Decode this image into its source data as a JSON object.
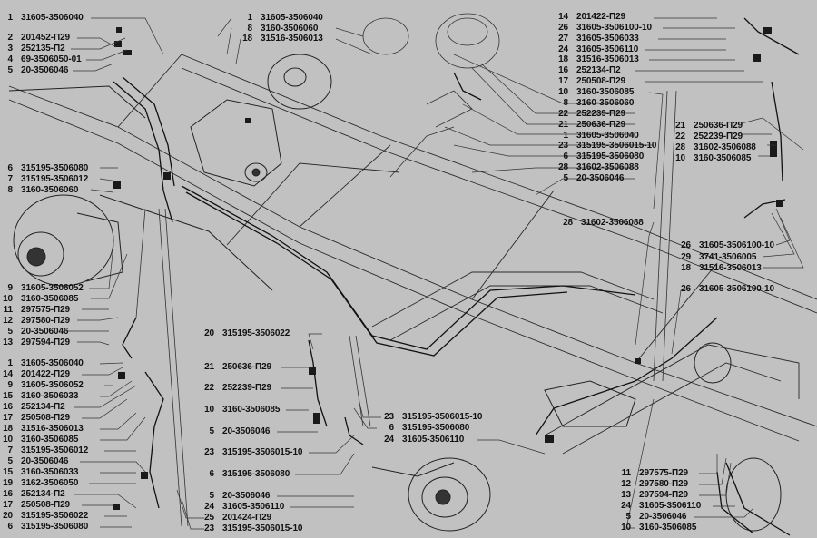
{
  "diagram": {
    "title": "Brake piping chassis assembly – exploded parts diagram",
    "background_color": "#c1c1c1",
    "line_color": "#222222",
    "callout_groups": [
      {
        "group": "top-left",
        "items": [
          {
            "num": "1",
            "part": "31605-3506040"
          },
          {
            "num": "2",
            "part": "201452-П29"
          },
          {
            "num": "3",
            "part": "252135-П2"
          },
          {
            "num": "4",
            "part": "69-3506050-01"
          },
          {
            "num": "5",
            "part": "20-3506046"
          }
        ]
      },
      {
        "group": "top-center",
        "items": [
          {
            "num": "1",
            "part": "31605-3506040"
          },
          {
            "num": "8",
            "part": "3160-3506060"
          },
          {
            "num": "18",
            "part": "31516-3506013"
          }
        ]
      },
      {
        "group": "top-right",
        "items": [
          {
            "num": "14",
            "part": "201422-П29"
          },
          {
            "num": "26",
            "part": "31605-3506100-10"
          },
          {
            "num": "27",
            "part": "31605-3506033"
          },
          {
            "num": "24",
            "part": "31605-3506110"
          },
          {
            "num": "18",
            "part": "31516-3506013"
          },
          {
            "num": "16",
            "part": "252134-П2"
          },
          {
            "num": "17",
            "part": "250508-П29"
          },
          {
            "num": "10",
            "part": "3160-3506085"
          },
          {
            "num": "8",
            "part": "3160-3506060"
          },
          {
            "num": "22",
            "part": "252239-П29"
          },
          {
            "num": "21",
            "part": "250636-П29"
          },
          {
            "num": "1",
            "part": "31605-3506040"
          },
          {
            "num": "23",
            "part": "315195-3506015-10"
          },
          {
            "num": "6",
            "part": "315195-3506080"
          },
          {
            "num": "28",
            "part": "31602-3506088"
          },
          {
            "num": "5",
            "part": "20-3506046"
          }
        ]
      },
      {
        "group": "right-hose",
        "items": [
          {
            "num": "21",
            "part": "250636-П29"
          },
          {
            "num": "22",
            "part": "252239-П29"
          },
          {
            "num": "28",
            "part": "31602-3506088"
          },
          {
            "num": "10",
            "part": "3160-3506085"
          }
        ]
      },
      {
        "group": "right-mid-single",
        "items": [
          {
            "num": "28",
            "part": "31602-3506088"
          }
        ]
      },
      {
        "group": "right-valve",
        "items": [
          {
            "num": "26",
            "part": "31605-3506100-10"
          },
          {
            "num": "29",
            "part": "3741-3506005"
          },
          {
            "num": "18",
            "part": "31516-3506013"
          }
        ]
      },
      {
        "group": "right-lower-single",
        "items": [
          {
            "num": "26",
            "part": "31605-3506100-10"
          }
        ]
      },
      {
        "group": "left-front-hub",
        "items": [
          {
            "num": "6",
            "part": "315195-3506080"
          },
          {
            "num": "7",
            "part": "315195-3506012"
          },
          {
            "num": "8",
            "part": "3160-3506060"
          }
        ]
      },
      {
        "group": "left-middle",
        "items": [
          {
            "num": "9",
            "part": "31605-3506052"
          },
          {
            "num": "10",
            "part": "3160-3506085"
          },
          {
            "num": "11",
            "part": "297575-П29"
          },
          {
            "num": "12",
            "part": "297580-П29"
          },
          {
            "num": "5",
            "part": "20-3506046"
          },
          {
            "num": "13",
            "part": "297594-П29"
          }
        ]
      },
      {
        "group": "left-lower",
        "items": [
          {
            "num": "1",
            "part": "31605-3506040"
          },
          {
            "num": "14",
            "part": "201422-П29"
          },
          {
            "num": "9",
            "part": "31605-3506052"
          },
          {
            "num": "15",
            "part": "3160-3506033"
          },
          {
            "num": "16",
            "part": "252134-П2"
          },
          {
            "num": "17",
            "part": "250508-П29"
          },
          {
            "num": "18",
            "part": "31516-3506013"
          },
          {
            "num": "10",
            "part": "3160-3506085"
          },
          {
            "num": "7",
            "part": "315195-3506012"
          },
          {
            "num": "5",
            "part": "20-3506046"
          },
          {
            "num": "15",
            "part": "3160-3506033"
          },
          {
            "num": "19",
            "part": "3162-3506050"
          },
          {
            "num": "16",
            "part": "252134-П2"
          },
          {
            "num": "17",
            "part": "250508-П29"
          },
          {
            "num": "20",
            "part": "315195-3506022"
          },
          {
            "num": "6",
            "part": "315195-3506080"
          }
        ]
      },
      {
        "group": "center-hose",
        "items": [
          {
            "num": "20",
            "part": "315195-3506022"
          },
          {
            "num": "21",
            "part": "250636-П29"
          },
          {
            "num": "22",
            "part": "252239-П29"
          },
          {
            "num": "10",
            "part": "3160-3506085"
          },
          {
            "num": "5",
            "part": "20-3506046"
          },
          {
            "num": "23",
            "part": "315195-3506015-10"
          },
          {
            "num": "6",
            "part": "315195-3506080"
          }
        ]
      },
      {
        "group": "center-bottom",
        "items": [
          {
            "num": "5",
            "part": "20-3506046"
          },
          {
            "num": "24",
            "part": "31605-3506110"
          },
          {
            "num": "25",
            "part": "201424-П29"
          },
          {
            "num": "23",
            "part": "315195-3506015-10"
          }
        ]
      },
      {
        "group": "center-rear",
        "items": [
          {
            "num": "23",
            "part": "315195-3506015-10"
          },
          {
            "num": "6",
            "part": "315195-3506080"
          },
          {
            "num": "24",
            "part": "31605-3506110"
          }
        ]
      },
      {
        "group": "bottom-right",
        "items": [
          {
            "num": "11",
            "part": "297575-П29"
          },
          {
            "num": "12",
            "part": "297580-П29"
          },
          {
            "num": "13",
            "part": "297594-П29"
          },
          {
            "num": "24",
            "part": "31605-3506110"
          },
          {
            "num": "5",
            "part": "20-3506046"
          },
          {
            "num": "10",
            "part": "3160-3506085"
          }
        ]
      }
    ]
  }
}
